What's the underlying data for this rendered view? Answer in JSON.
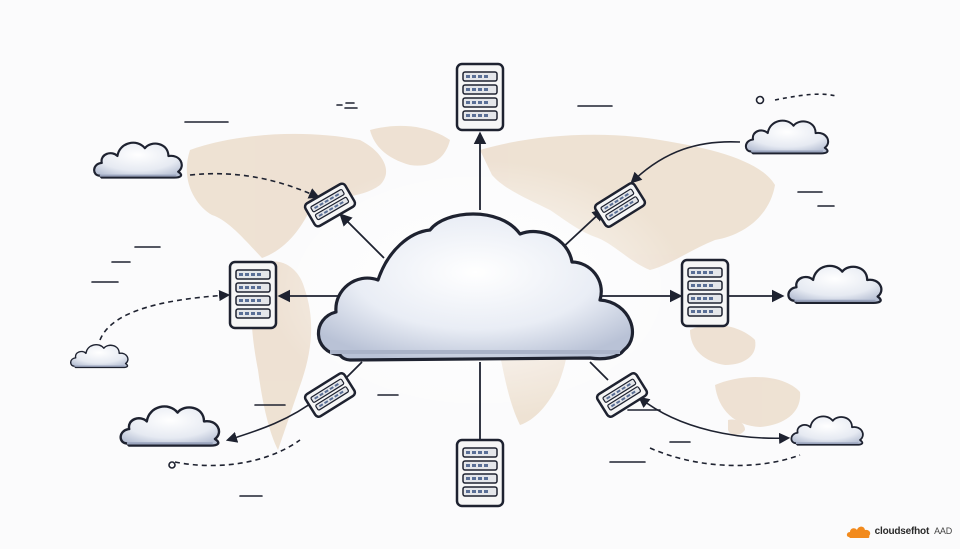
{
  "diagram": {
    "hub": "central-cloud",
    "servers": [
      {
        "id": "server-top",
        "kind": "tower"
      },
      {
        "id": "server-upper-left",
        "kind": "rack-tilted"
      },
      {
        "id": "server-upper-right",
        "kind": "rack-tilted"
      },
      {
        "id": "server-left",
        "kind": "tower"
      },
      {
        "id": "server-right",
        "kind": "tower"
      },
      {
        "id": "server-lower-left",
        "kind": "rack-tilted"
      },
      {
        "id": "server-lower-right",
        "kind": "rack-tilted"
      },
      {
        "id": "server-bottom",
        "kind": "tower"
      }
    ],
    "edge_clouds": [
      "cloud-upper-left",
      "cloud-left",
      "cloud-lower-left",
      "cloud-upper-right",
      "cloud-right",
      "cloud-lower-right"
    ],
    "colors": {
      "ink": "#1e2230",
      "cloud_fill": "#eef1f7",
      "cloud_shade": "#c4cbdb",
      "map": "#ead9c6",
      "server_fill": "#f6f6f6",
      "slot": "#5a6f96",
      "brand": "#f28a1c"
    }
  },
  "watermark": {
    "icon": "cloud-logo-icon",
    "text": "cloudsefhot",
    "suffix": "AAD"
  }
}
